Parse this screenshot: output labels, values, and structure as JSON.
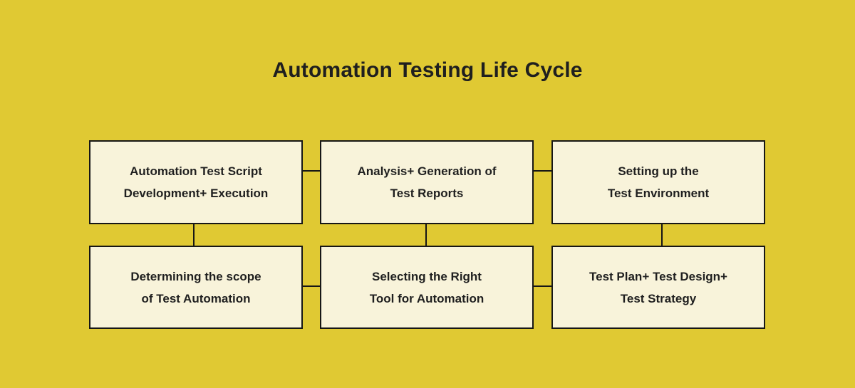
{
  "page": {
    "title": "Automation Testing Life Cycle",
    "background_color": "#e0c933",
    "title_color": "#1f1f1f"
  },
  "diagram": {
    "box_fill_color": "#f8f3da",
    "box_border_color": "#161616",
    "box_text_color": "#1f1f1f",
    "connector_color": "#161616",
    "nodes": [
      {
        "id": "automation-test-script",
        "line1": "Automation Test Script",
        "line2": "Development+ Execution"
      },
      {
        "id": "analysis-generation-reports",
        "line1": "Analysis+ Generation of",
        "line2": "Test Reports"
      },
      {
        "id": "setting-up-environment",
        "line1": "Setting up the",
        "line2": "Test Environment"
      },
      {
        "id": "determining-scope",
        "line1": "Determining the scope",
        "line2": "of Test Automation"
      },
      {
        "id": "selecting-right-tool",
        "line1": "Selecting the Right",
        "line2": "Tool for Automation"
      },
      {
        "id": "test-plan-design-strategy",
        "line1": "Test Plan+ Test Design+",
        "line2": "Test Strategy"
      }
    ],
    "connections": [
      "automation-test-script <-> analysis-generation-reports",
      "analysis-generation-reports <-> setting-up-environment",
      "automation-test-script <-> determining-scope",
      "analysis-generation-reports <-> selecting-right-tool",
      "setting-up-environment <-> test-plan-design-strategy",
      "determining-scope <-> selecting-right-tool",
      "selecting-right-tool <-> test-plan-design-strategy"
    ]
  }
}
